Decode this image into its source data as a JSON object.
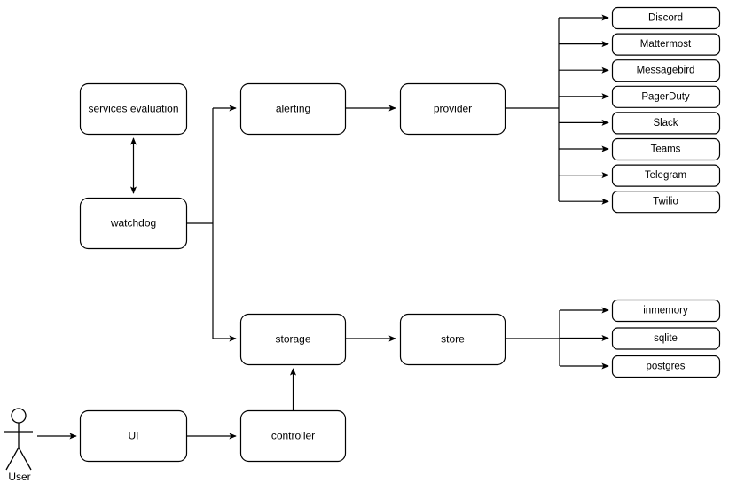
{
  "diagram": {
    "background_color": "#ffffff",
    "stroke_color": "#000000",
    "text_color": "#000000",
    "actor": {
      "label": "User",
      "icon": "stick-figure-actor-icon"
    },
    "nodes": {
      "services_evaluation": "services evaluation",
      "watchdog": "watchdog",
      "alerting": "alerting",
      "provider": "provider",
      "storage": "storage",
      "store": "store",
      "ui": "UI",
      "controller": "controller"
    },
    "providers": [
      "Discord",
      "Mattermost",
      "Messagebird",
      "PagerDuty",
      "Slack",
      "Teams",
      "Telegram",
      "Twilio"
    ],
    "stores": [
      "inmemory",
      "sqlite",
      "postgres"
    ]
  }
}
